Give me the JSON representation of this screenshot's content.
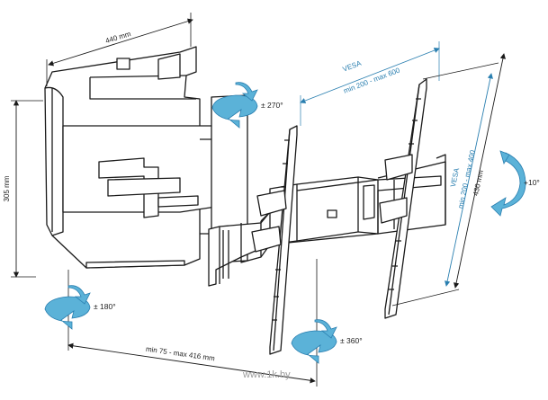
{
  "dimensions": {
    "width_label": "440 mm",
    "height_label": "305 mm",
    "extension_label": "min 75 - max 416 mm"
  },
  "vesa": {
    "horizontal": {
      "title": "VESA",
      "range": "min 200 - max 600"
    },
    "vertical": {
      "title": "VESA",
      "range": "min 200 - max 400",
      "extra": "430 mm"
    }
  },
  "rotations": {
    "top": "± 270°",
    "left": "± 180°",
    "bottom": "± 360°",
    "tilt": "+10°"
  },
  "watermark": "www.1k.by",
  "colors": {
    "accent": "#2a7fb0",
    "arrow_fill": "#5bb2d8",
    "line": "#1a1a1a",
    "dim_line": "#2a7fb0"
  }
}
